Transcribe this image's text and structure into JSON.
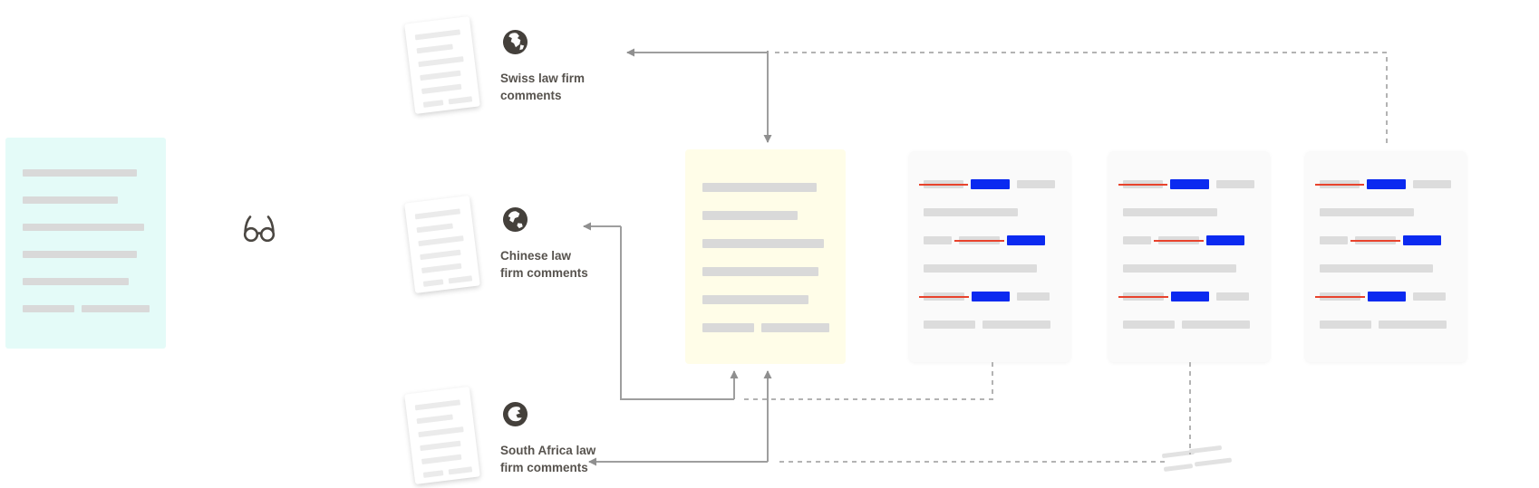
{
  "colors": {
    "canvas_bg": "#FFFFFF",
    "source_doc_bg": "#E4FBF8",
    "master_doc_bg": "#FFFDE8",
    "revision_doc_bg": "#FAFAFA",
    "bar_gray": "#D9D9D9",
    "comment_bar_gray": "#EBEBEB",
    "ins_blue": "#0B2AF0",
    "del_red": "#E8432D",
    "label_text": "#57534E",
    "icon_dark": "#44403B",
    "arrow_solid": "#9E9E9E",
    "arrow_dashed": "#B3B3B3",
    "break_mark": "#E2E2E2"
  },
  "comment_sources": [
    {
      "label_lines": [
        "Swiss law firm",
        "comments"
      ],
      "icon": "globe-europe-africa-icon"
    },
    {
      "label_lines": [
        "Chinese law",
        "firm comments"
      ],
      "icon": "globe-asia-icon"
    },
    {
      "label_lines": [
        "South Africa law",
        "firm comments"
      ],
      "icon": "globe-africa-icon"
    }
  ],
  "source_document": {
    "rows": [
      [
        126
      ],
      [
        105
      ],
      [
        134
      ],
      [
        126
      ],
      [
        117
      ],
      [
        57,
        75
      ]
    ]
  },
  "comment_document": {
    "rows": [
      [
        50
      ],
      [
        40
      ],
      [
        50
      ],
      [
        45
      ],
      [
        44
      ],
      [
        22,
        26
      ]
    ]
  },
  "master_document": {
    "rows": [
      [
        126
      ],
      [
        105
      ],
      [
        134
      ],
      [
        128
      ],
      [
        117
      ],
      [
        57,
        75
      ]
    ]
  },
  "revision_documents": {
    "count": 3,
    "rows": [
      [
        {
          "t": "del",
          "w": 44
        },
        {
          "t": "ins",
          "w": 43
        },
        {
          "t": "text",
          "w": 42
        }
      ],
      [
        {
          "t": "text",
          "w": 104
        }
      ],
      [
        {
          "t": "text",
          "w": 31
        },
        {
          "t": "del",
          "w": 45
        },
        {
          "t": "ins",
          "w": 42
        }
      ],
      [
        {
          "t": "text",
          "w": 125
        }
      ],
      [
        {
          "t": "del",
          "w": 45
        },
        {
          "t": "ins",
          "w": 42
        },
        {
          "t": "text",
          "w": 36
        }
      ],
      [
        {
          "t": "text",
          "w": 57
        },
        {
          "t": "text",
          "w": 75
        }
      ]
    ]
  }
}
